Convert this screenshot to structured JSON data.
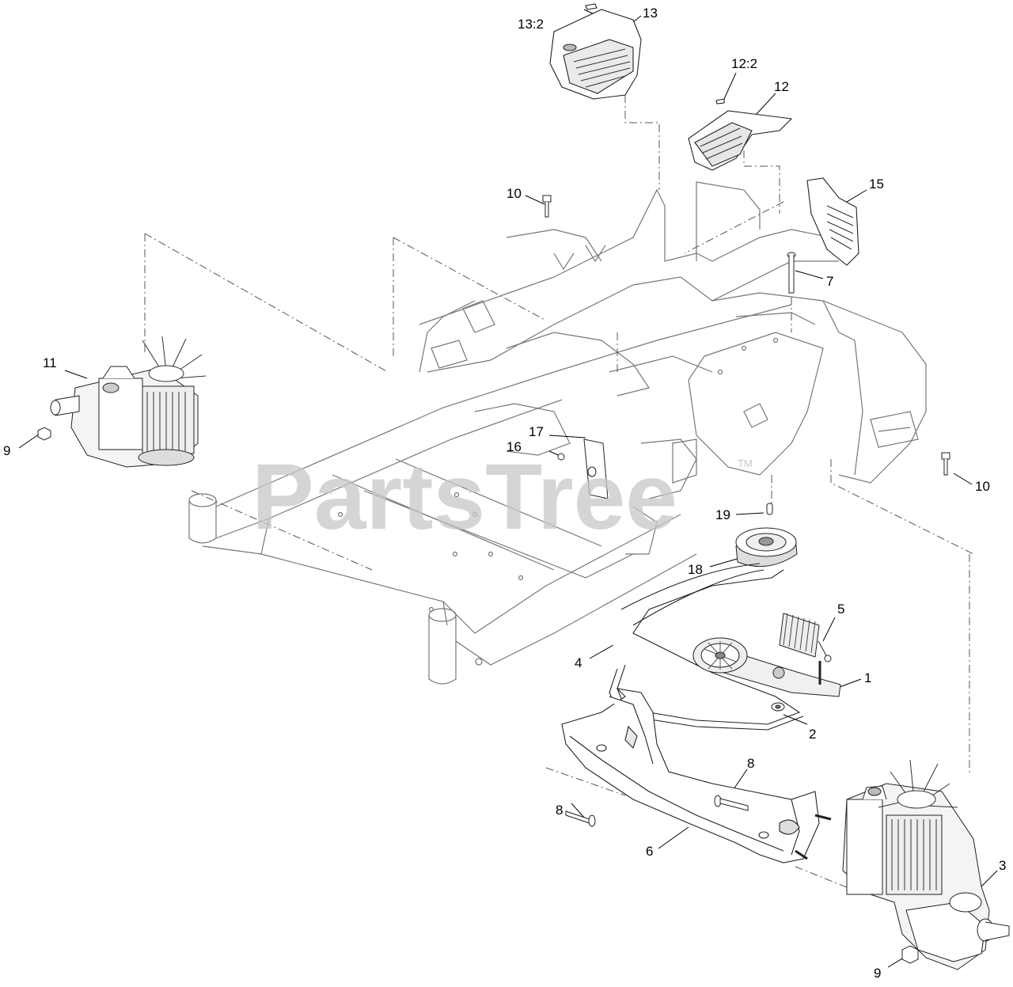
{
  "diagram": {
    "watermark": "PartsTree",
    "trademark": "TM",
    "callouts": {
      "c13_2": "13:2",
      "c13": "13",
      "c12_2": "12:2",
      "c12": "12",
      "c15": "15",
      "c10_top": "10",
      "c7": "7",
      "c11": "11",
      "c9_left": "9",
      "c17": "17",
      "c16": "16",
      "c10_right": "10",
      "c19": "19",
      "c18": "18",
      "c5": "5",
      "c4": "4",
      "c1": "1",
      "c2": "2",
      "c8_right": "8",
      "c8_left": "8",
      "c6": "6",
      "c3": "3",
      "c9_bottom": "9"
    }
  }
}
